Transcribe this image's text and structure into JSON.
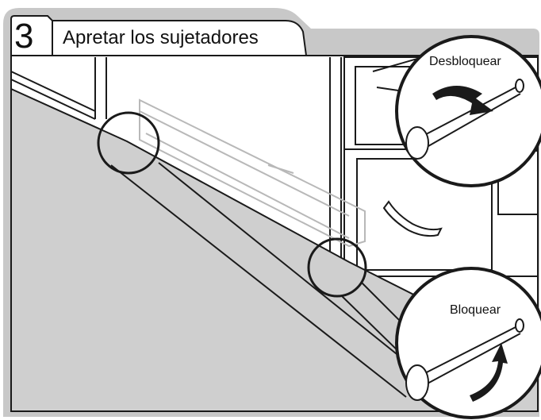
{
  "step": {
    "number": "3",
    "title": "Apretar los sujetadores"
  },
  "callouts": {
    "unlock_label": "Desbloquear",
    "lock_label": "Bloquear"
  },
  "colors": {
    "frame_gray": "#c8c8c8",
    "floor_gray": "#cfcfcf",
    "line_dark": "#1a1a1a",
    "panel_white": "#ffffff"
  }
}
